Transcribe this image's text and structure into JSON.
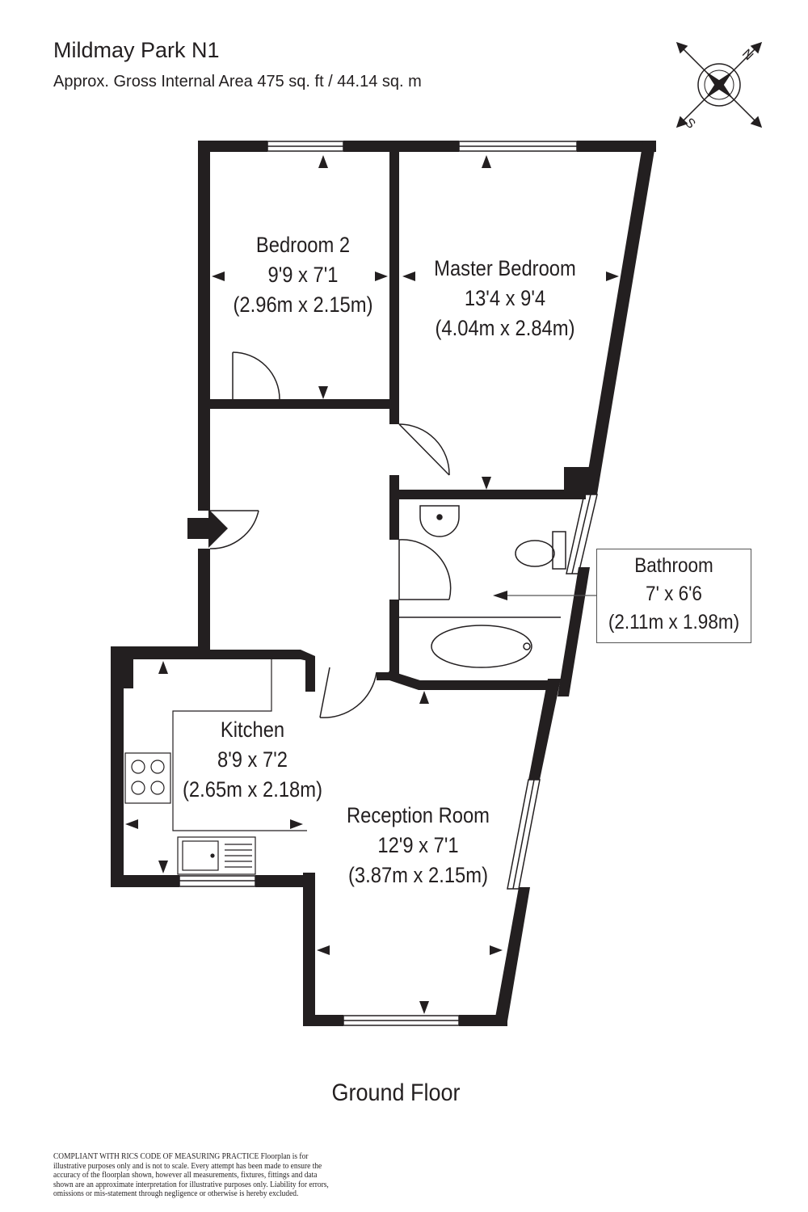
{
  "header": {
    "title": "Mildmay Park N1",
    "subtitle": "Approx. Gross Internal Area 475 sq. ft / 44.14 sq. m"
  },
  "rooms": {
    "bedroom2": {
      "name": "Bedroom 2",
      "imperial": "9'9 x 7'1",
      "metric": "(2.96m x 2.15m)"
    },
    "master_bedroom": {
      "name": "Master Bedroom",
      "imperial": "13'4 x 9'4",
      "metric": "(4.04m x 2.84m)"
    },
    "bathroom": {
      "name": "Bathroom",
      "imperial": "7' x 6'6",
      "metric": "(2.11m x 1.98m)"
    },
    "kitchen": {
      "name": "Kitchen",
      "imperial": "8'9 x 7'2",
      "metric": "(2.65m x 2.18m)"
    },
    "reception_room": {
      "name": "Reception Room",
      "imperial": "12'9 x 7'1",
      "metric": "(3.87m x 2.15m)"
    }
  },
  "floor_label": "Ground Floor",
  "compass": {
    "north_letter": "N",
    "south_letter": "S",
    "icon": "compass-rose-icon"
  },
  "disclaimer": "COMPLIANT WITH RICS CODE OF MEASURING PRACTICE Floorplan is for illustrative purposes only and is not to scale. Every attempt has been made to ensure the accuracy of the floorplan shown, however all measurements, fixtures, fittings and data shown are an approximate interpretation for illustrative purposes only. Liability for errors, omissions or mis-statement through negligence or otherwise is hereby excluded.",
  "colors": {
    "wall": "#231f20",
    "line": "#555555",
    "background": "#ffffff"
  }
}
